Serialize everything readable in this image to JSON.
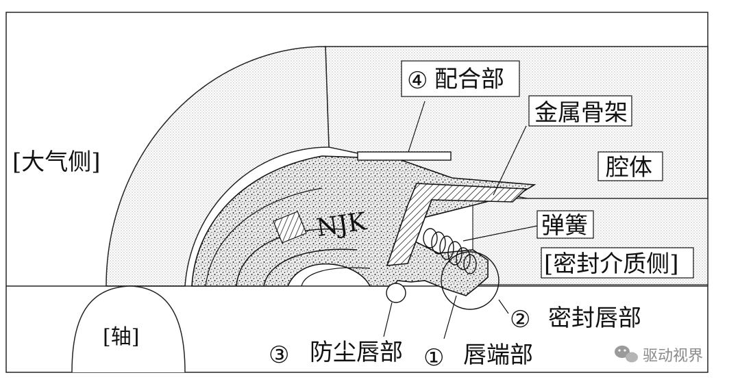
{
  "diagram": {
    "labels": {
      "atmosphere_side": "[大气侧]",
      "housing": "腔体",
      "metal_frame": "金属骨架",
      "spring": "弹簧",
      "medium_side": "[密封介质侧]",
      "shaft": "[轴]",
      "brand": "NJK"
    },
    "callouts": [
      {
        "number": "④",
        "text": "配合部"
      },
      {
        "number": "②",
        "text": "密封唇部"
      },
      {
        "number": "③",
        "text": "防尘唇部"
      },
      {
        "number": "①",
        "text": "唇端部"
      }
    ]
  },
  "watermark": {
    "icon": "wechat-icon",
    "text": "驱动视界"
  }
}
